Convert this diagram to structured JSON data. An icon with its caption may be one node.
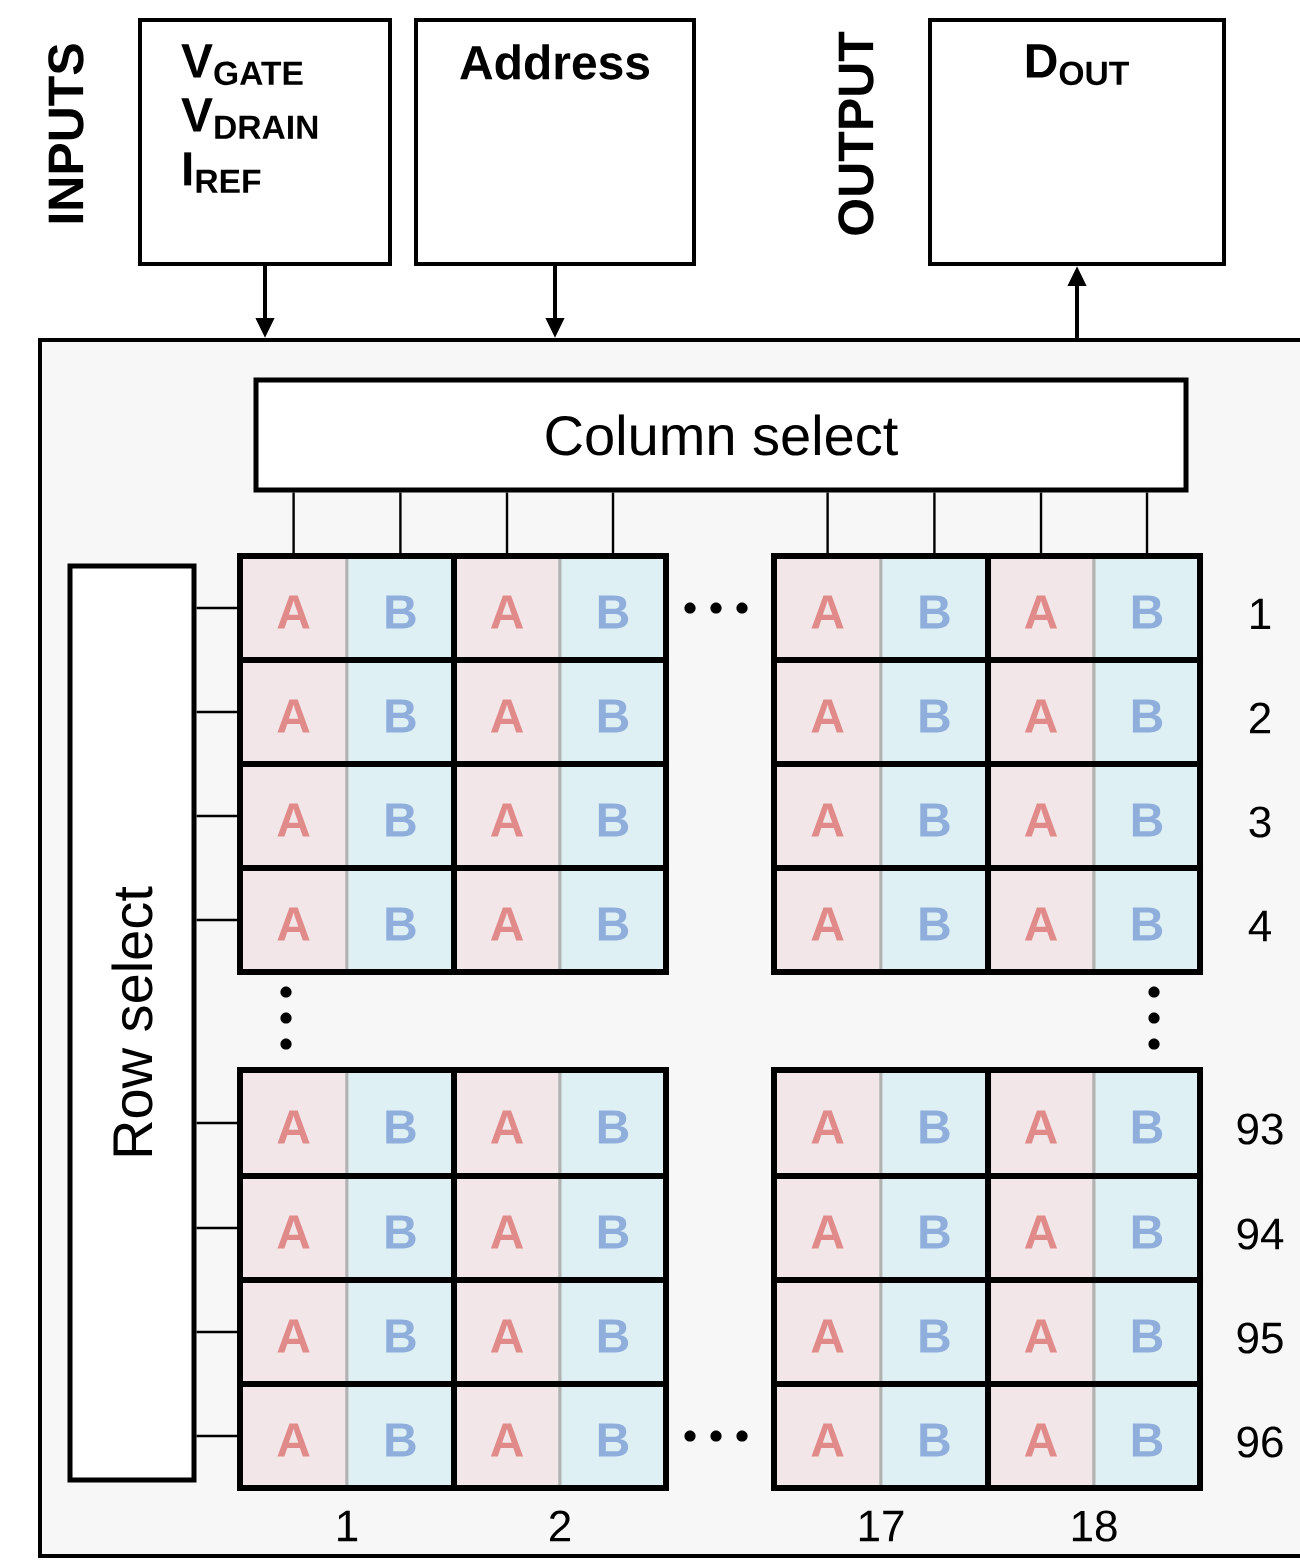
{
  "diagram": {
    "nodes": [
      {
        "text": [
          "INPUTS",
          "V$_{GATE}$ V$_{DRAIN}$ I$_{REF}$"
        ]
      },
      {
        "text": [
          "Address"
        ]
      },
      {
        "text": [
          "OUTPUT",
          "D$_{OUT}$"
        ]
      },
      {
        "text": [],
        "shape": "box"
      },
      {
        "text": [
          "Column select"
        ],
        "in": 3
      },
      {
        "text": [
          "Row select"
        ],
        "in": 3
      },
      {
        "text": [],
        "shape": "box",
        "in": 3
      },
      {
        "text": [
          "A"
        ],
        "in": 6
      },
      {
        "text": [
          "B"
        ],
        "in": 6
      },
      {
        "text": [],
        "shape": "box",
        "in": 3
      },
      {
        "text": [
          "A"
        ],
        "in": 9
      },
      {
        "text": [
          "B"
        ],
        "in": 9
      },
      {
        "text": [],
        "shape": "box",
        "in": 3
      },
      {
        "text": [
          "A"
        ],
        "in": 12
      },
      {
        "text": [
          "B"
        ],
        "in": 12
      },
      {
        "text": [],
        "shape": "box",
        "in": 3
      },
      {
        "text": [
          "A"
        ],
        "in": 15
      },
      {
        "text": [
          "B"
        ],
        "in": 15
      },
      {
        "text": [],
        "shape": "box",
        "in": 3
      },
      {
        "text": [
          "A"
        ],
        "in": 18
      },
      {
        "text": [
          "B"
        ],
        "in": 18
      },
      {
        "text": [],
        "shape": "box",
        "in": 3
      },
      {
        "text": [
          "A"
        ],
        "in": 21
      },
      {
        "text": [
          "B"
        ],
        "in": 21
      },
      {
        "text": [],
        "shape": "box",
        "in": 3
      },
      {
        "text": [
          "A"
        ],
        "in": 24
      },
      {
        "text": [
          "B"
        ],
        "in": 24
      },
      {
        "text": [],
        "shape": "box",
        "in": 3
      },
      {
        "text": [
          "A"
        ],
        "in": 27
      },
      {
        "text": [
          "B"
        ],
        "in": 27
      },
      {
        "text": [],
        "shape": "box",
        "in": 3
      },
      {
        "text": [
          "A"
        ],
        "in": 30
      },
      {
        "text": [
          "B"
        ],
        "in": 30
      },
      {
        "text": [],
        "shape": "box",
        "in": 3
      },
      {
        "text": [
          "A"
        ],
        "in": 33
      },
      {
        "text": [
          "B"
        ],
        "in": 33
      },
      {
        "text": [],
        "shape": "box",
        "in": 3
      },
      {
        "text": [
          "A"
        ],
        "in": 36
      },
      {
        "text": [
          "B"
        ],
        "in": 36
      },
      {
        "text": [],
        "shape": "box",
        "in": 3
      },
      {
        "text": [
          "A"
        ],
        "in": 39
      },
      {
        "text": [
          "B"
        ],
        "in": 39
      },
      {
        "text": [],
        "shape": "box",
        "in": 3
      },
      {
        "text": [
          "A"
        ],
        "in": 42
      },
      {
        "text": [
          "B"
        ],
        "in": 42
      },
      {
        "text": [],
        "shape": "box",
        "in": 3
      },
      {
        "text": [
          "A"
        ],
        "in": 45
      },
      {
        "text": [
          "B"
        ],
        "in": 45
      },
      {
        "text": [],
        "shape": "box",
        "in": 3
      },
      {
        "text": [
          "A"
        ],
        "in": 48
      },
      {
        "text": [
          "B"
        ],
        "in": 48
      },
      {
        "text": [],
        "shape": "box",
        "in": 3
      },
      {
        "text": [
          "A"
        ],
        "in": 51
      },
      {
        "text": [
          "B"
        ],
        "in": 51
      },
      {
        "text": [],
        "shape": "box",
        "in": 3
      },
      {
        "text": [
          "A"
        ],
        "in": 54
      },
      {
        "text": [
          "B"
        ],
        "in": 54
      },
      {
        "text": [],
        "shape": "box",
        "in": 3
      },
      {
        "text": [
          "A"
        ],
        "in": 57
      },
      {
        "text": [
          "B"
        ],
        "in": 57
      },
      {
        "text": [],
        "shape": "box",
        "in": 3
      },
      {
        "text": [
          "A"
        ],
        "in": 60
      },
      {
        "text": [
          "B"
        ],
        "in": 60
      },
      {
        "text": [],
        "shape": "box",
        "in": 3
      },
      {
        "text": [
          "A"
        ],
        "in": 63
      },
      {
        "text": [
          "B"
        ],
        "in": 63
      },
      {
        "text": [],
        "shape": "box",
        "in": 3
      },
      {
        "text": [
          "A"
        ],
        "in": 66
      },
      {
        "text": [
          "B"
        ],
        "in": 66
      },
      {
        "text": [],
        "shape": "box",
        "in": 3
      },
      {
        "text": [
          "A"
        ],
        "in": 69
      },
      {
        "text": [
          "B"
        ],
        "in": 69
      },
      {
        "text": [],
        "shape": "box",
        "in": 3
      },
      {
        "text": [
          "A"
        ],
        "in": 72
      },
      {
        "text": [
          "B"
        ],
        "in": 72
      },
      {
        "text": [],
        "shape": "box",
        "in": 3
      },
      {
        "text": [
          "A"
        ],
        "in": 75
      },
      {
        "text": [
          "B"
        ],
        "in": 75
      },
      {
        "text": [],
        "shape": "box",
        "in": 3
      },
      {
        "text": [
          "A"
        ],
        "in": 78
      },
      {
        "text": [
          "B"
        ],
        "in": 78
      },
      {
        "text": [],
        "shape": "box",
        "in": 3
      },
      {
        "text": [
          "A"
        ],
        "in": 81
      },
      {
        "text": [
          "B"
        ],
        "in": 81
      },
      {
        "text": [],
        "shape": "box",
        "in": 3
      },
      {
        "text": [
          "A"
        ],
        "in": 84
      },
      {
        "text": [
          "B"
        ],
        "in": 84
      },
      {
        "text": [],
        "shape": "box",
        "in": 3
      },
      {
        "text": [
          "A"
        ],
        "in": 87
      },
      {
        "text": [
          "B"
        ],
        "in": 87
      },
      {
        "text": [],
        "shape": "box",
        "in": 3
      },
      {
        "text": [
          "A"
        ],
        "in": 90
      },
      {
        "text": [
          "B"
        ],
        "in": 90
      },
      {
        "text": [],
        "shape": "box",
        "in": 3
      },
      {
        "text": [
          "A"
        ],
        "in": 93
      },
      {
        "text": [
          "B"
        ],
        "in": 93
      },
      {
        "text": [],
        "shape": "box",
        "in": 3
      },
      {
        "text": [
          "A"
        ],
        "in": 96
      },
      {
        "text": [
          "B"
        ],
        "in": 96
      },
      {
        "text": [],
        "shape": "box",
        "in": 3
      },
      {
        "text": [
          "A"
        ],
        "in": 99
      },
      {
        "text": [
          "B"
        ],
        "in": 99
      }
    ],
    "edges": [
      {
        "from": 0,
        "to": 3,
        "arrow": "to"
      },
      {
        "from": 1,
        "to": 3,
        "arrow": "to"
      },
      {
        "from": 3,
        "to": 2,
        "arrow": "to"
      },
      {
        "from": 4,
        "to": 7,
        "arrow": "none"
      },
      {
        "from": 4,
        "to": 8,
        "arrow": "none"
      },
      {
        "from": 4,
        "to": 10,
        "arrow": "none"
      },
      {
        "from": 4,
        "to": 11,
        "arrow": "none"
      },
      {
        "from": 4,
        "to": 13,
        "arrow": "none"
      },
      {
        "from": 4,
        "to": 14,
        "arrow": "none"
      },
      {
        "from": 4,
        "to": 16,
        "arrow": "none"
      },
      {
        "from": 4,
        "to": 17,
        "arrow": "none"
      },
      {
        "from": 5,
        "to": 6,
        "arrow": "none"
      },
      {
        "from": 5,
        "to": 18,
        "arrow": "none"
      },
      {
        "from": 5,
        "to": 30,
        "arrow": "none"
      },
      {
        "from": 5,
        "to": 42,
        "arrow": "none"
      },
      {
        "from": 5,
        "to": 54,
        "arrow": "none"
      },
      {
        "from": 5,
        "to": 66,
        "arrow": "none"
      },
      {
        "from": 5,
        "to": 78,
        "arrow": "none"
      },
      {
        "from": 5,
        "to": 90,
        "arrow": "none"
      }
    ],
    "labels": [
      "1",
      "2",
      "3",
      "4",
      "93",
      "94",
      "95",
      "96",
      "1",
      "2",
      "17",
      "18"
    ]
  }
}
